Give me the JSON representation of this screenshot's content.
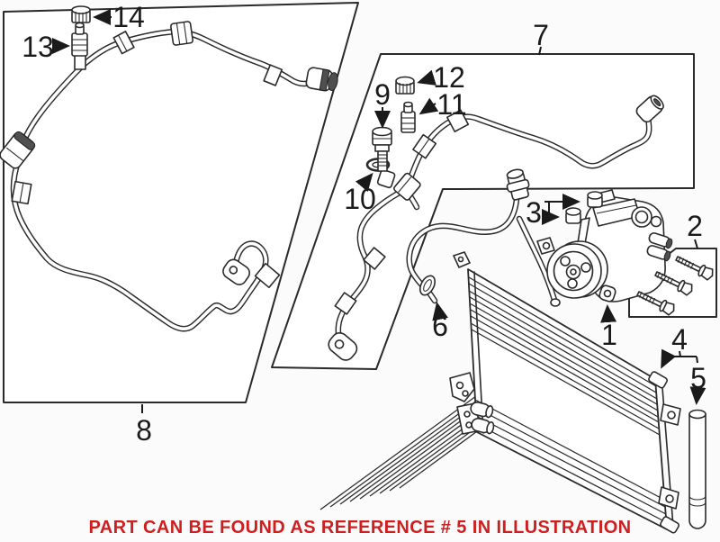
{
  "diagram": {
    "type": "auto-parts-illustration",
    "caption": {
      "text": "PART CAN BE FOUND AS REFERENCE # 5 IN ILLUSTRATION",
      "color": "#cd1f1f"
    },
    "colors": {
      "background": "#fbfbfb",
      "line": "#2a2a2a",
      "box_fill": "#ffffff"
    },
    "callouts": {
      "1": "1",
      "2": "2",
      "3": "3",
      "4": "4",
      "5": "5",
      "6": "6",
      "7": "7",
      "8": "8",
      "9": "9",
      "10": "10",
      "11": "11",
      "12": "12",
      "13": "13",
      "14": "14"
    }
  }
}
